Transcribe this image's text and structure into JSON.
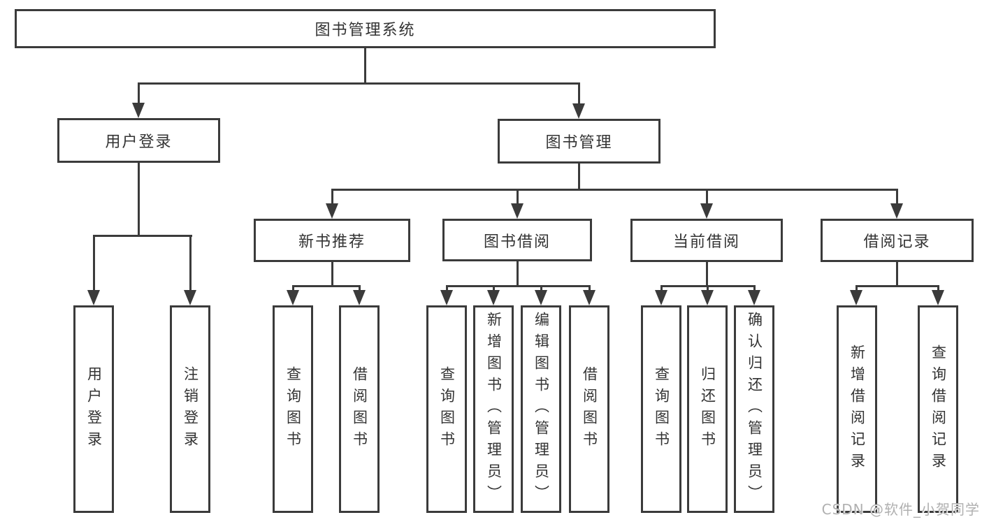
{
  "diagram": {
    "root": "图书管理系统",
    "level2": {
      "user_login": "用户登录",
      "book_mgmt": "图书管理"
    },
    "level3": {
      "new_books": "新书推荐",
      "book_borrow": "图书借阅",
      "current_borrow": "当前借阅",
      "borrow_records": "借阅记录"
    },
    "leaves": {
      "user_login_leaf": "用户登录",
      "logout": "注销登录",
      "nb_query": "查询图书",
      "nb_borrow": "借阅图书",
      "bb_query": "查询图书",
      "bb_add": "新增图书（管理员）",
      "bb_edit": "编辑图书（管理员）",
      "bb_borrow": "借阅图书",
      "cb_query": "查询图书",
      "cb_return": "归还图书",
      "cb_confirm": "确认归还（管理员）",
      "br_add": "新增借阅记录",
      "br_query": "查询借阅记录"
    }
  },
  "watermark": "CSDN @软件_小贺同学",
  "colors": {
    "line": "#3b3b3b",
    "text": "#333333",
    "watermark": "#b0b0b0",
    "background": "#ffffff"
  }
}
